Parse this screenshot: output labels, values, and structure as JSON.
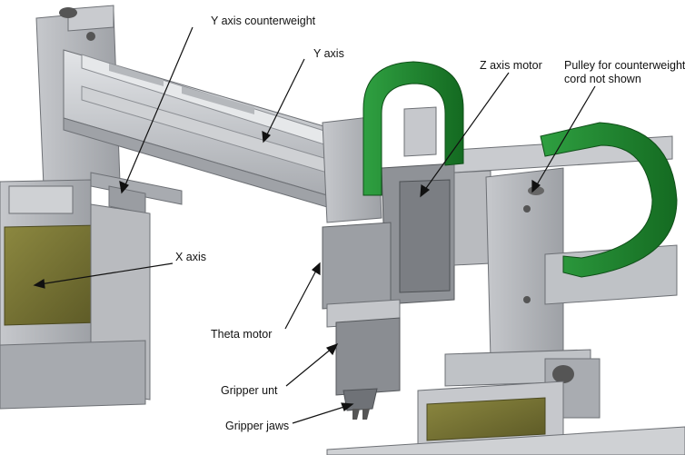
{
  "labels": {
    "y_axis_counterweight": "Y axis counterweight",
    "y_axis": "Y axis",
    "z_axis_motor": "Z axis motor",
    "pulley_line1": "Pulley for counterweight",
    "pulley_line2": "cord not shown",
    "x_axis": "X axis",
    "theta_motor": "Theta motor",
    "gripper_unit": "Gripper unt",
    "gripper_jaws": "Gripper jaws"
  },
  "colors": {
    "steel_light": "#d4d6d9",
    "steel_mid": "#b7b9bd",
    "steel_dark": "#8d9095",
    "green": "#1f8a2e",
    "green_dark": "#14631f",
    "olive": "#6e6a2e",
    "olive_light": "#9b9650"
  }
}
